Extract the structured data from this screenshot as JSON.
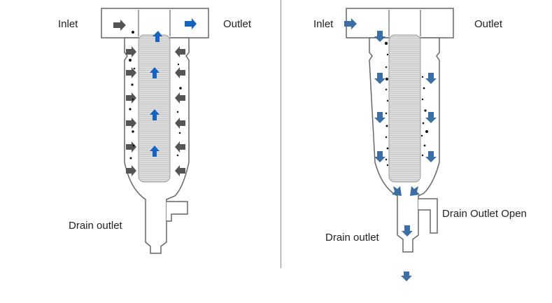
{
  "left_panel": {
    "inlet_label": "Inlet",
    "outlet_label": "Outlet",
    "drain_label": "Drain outlet"
  },
  "right_panel": {
    "inlet_label": "Inlet",
    "outlet_label": "Outlet",
    "drain_label": "Drain outlet",
    "drain_open_label": "Drain Outlet Open"
  },
  "colors": {
    "clean_flow_arrow": "#1565c0",
    "dirty_flow_arrow": "#555555",
    "flush_flow_arrow": "#3a6ea5",
    "housing_stroke": "#666666",
    "filter_element": "#d8d8d8"
  }
}
